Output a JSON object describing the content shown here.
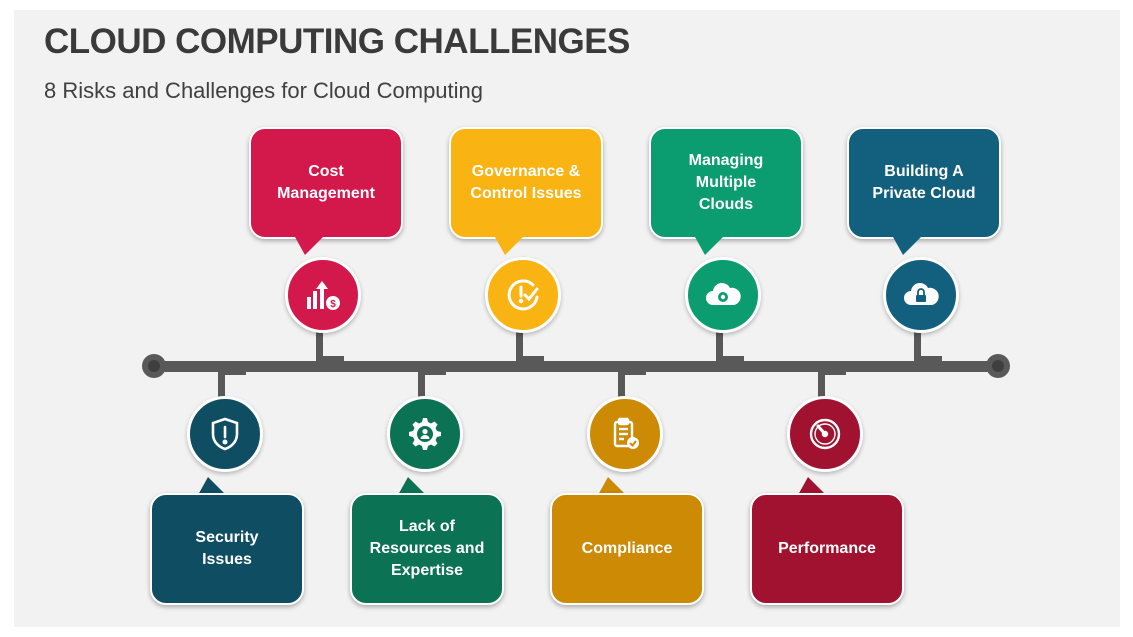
{
  "title": "CLOUD COMPUTING CHALLENGES",
  "subtitle": "8 Risks and Challenges for Cloud Computing",
  "colors": {
    "timeline": "#595959",
    "red": "#d3194b",
    "yellow": "#f9b312",
    "green": "#0b9c6f",
    "blue": "#12607e",
    "navy": "#0f4d63",
    "teal": "#0c7254",
    "gold": "#cc8a05",
    "maroon": "#a11230"
  },
  "top_items": [
    {
      "label_lines": [
        "Cost",
        "Management"
      ],
      "icon": "cost-growth-icon",
      "color": "#d3194b"
    },
    {
      "label_lines": [
        "Governance &",
        "Control Issues"
      ],
      "icon": "alert-check-icon",
      "color": "#f9b312"
    },
    {
      "label_lines": [
        "Managing",
        "Multiple",
        "Clouds"
      ],
      "icon": "cloud-gear-icon",
      "color": "#0b9c6f"
    },
    {
      "label_lines": [
        "Building A",
        "Private Cloud"
      ],
      "icon": "cloud-lock-icon",
      "color": "#12607e"
    }
  ],
  "bottom_items": [
    {
      "label_lines": [
        "Security",
        "Issues"
      ],
      "icon": "shield-alert-icon",
      "color": "#0f4d63"
    },
    {
      "label_lines": [
        "Lack of",
        "Resources and",
        "Expertise"
      ],
      "icon": "gear-person-icon",
      "color": "#0c7254"
    },
    {
      "label_lines": [
        "Compliance"
      ],
      "icon": "clipboard-check-icon",
      "color": "#cc8a05"
    },
    {
      "label_lines": [
        "Performance"
      ],
      "icon": "speedometer-icon",
      "color": "#a11230"
    }
  ]
}
